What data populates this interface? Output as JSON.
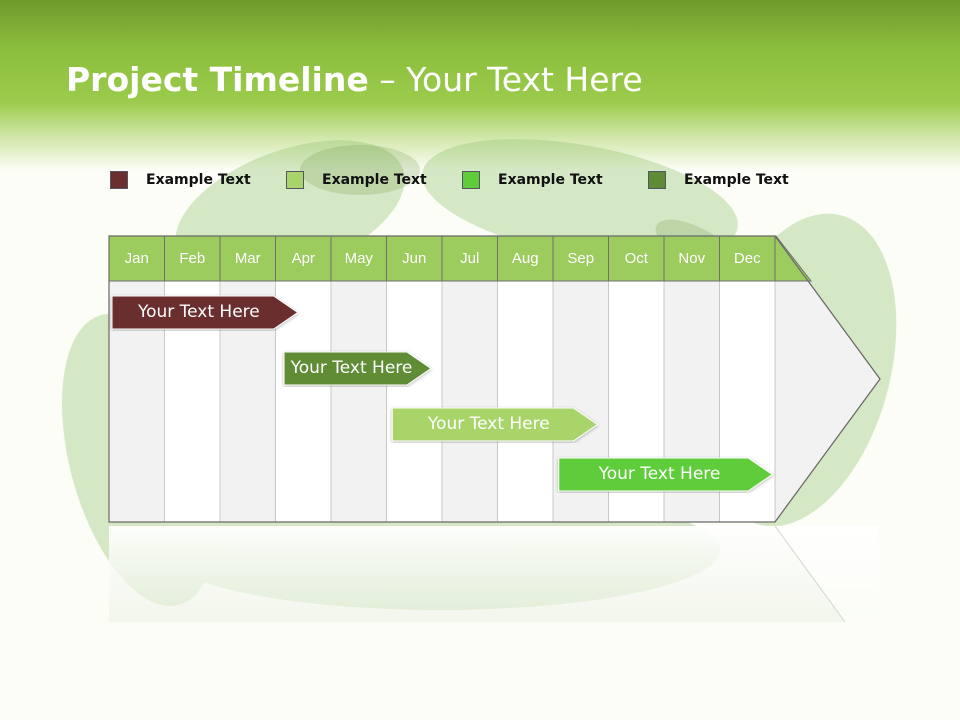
{
  "title": {
    "bold": "Project Timeline",
    "rest": " – Your Text Here"
  },
  "legend": [
    {
      "label": "Example Text",
      "color": "#6b2f2f"
    },
    {
      "label": "Example Text",
      "color": "#a8d46a"
    },
    {
      "label": "Example Text",
      "color": "#5fcc3a"
    },
    {
      "label": "Example Text",
      "color": "#5e8c35"
    }
  ],
  "months": [
    "Jan",
    "Feb",
    "Mar",
    "Apr",
    "May",
    "Jun",
    "Jul",
    "Aug",
    "Sep",
    "Oct",
    "Nov",
    "Dec"
  ],
  "header_color": "#9ccb5e",
  "tasks": [
    {
      "label": "Your  Text Here",
      "start_month": 1,
      "end_month": 4.4,
      "color": "#6b2f2f"
    },
    {
      "label": "Your  Text Here",
      "start_month": 4.1,
      "end_month": 6.8,
      "color": "#5e8c35"
    },
    {
      "label": "Your  Text Here",
      "start_month": 6.05,
      "end_month": 9.8,
      "color": "#a8d46a"
    },
    {
      "label": "Your  Text Here",
      "start_month": 9.05,
      "end_month": 12.95,
      "color": "#5fcc3a"
    }
  ]
}
